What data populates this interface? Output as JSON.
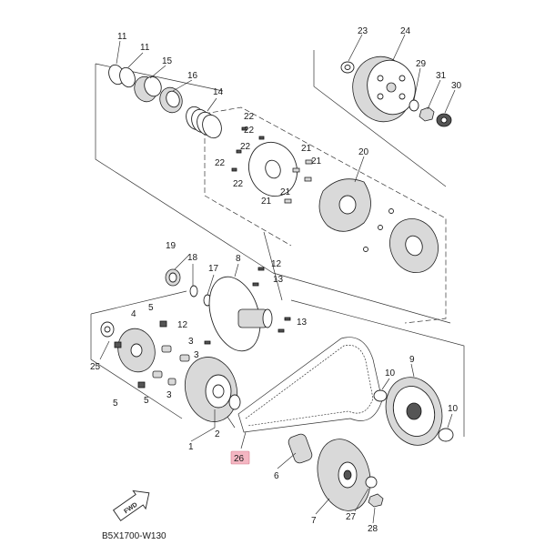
{
  "diagram": {
    "code": "B5X1700-W130",
    "fwd_label": "FWD",
    "highlight_label": "26",
    "callouts": [
      {
        "id": "c11a",
        "text": "11"
      },
      {
        "id": "c11b",
        "text": "11"
      },
      {
        "id": "c15",
        "text": "15"
      },
      {
        "id": "c16",
        "text": "16"
      },
      {
        "id": "c14",
        "text": "14"
      },
      {
        "id": "c23",
        "text": "23"
      },
      {
        "id": "c24",
        "text": "24"
      },
      {
        "id": "c29",
        "text": "29"
      },
      {
        "id": "c31",
        "text": "31"
      },
      {
        "id": "c30",
        "text": "30"
      },
      {
        "id": "c22a",
        "text": "22"
      },
      {
        "id": "c22b",
        "text": "22"
      },
      {
        "id": "c22c",
        "text": "22"
      },
      {
        "id": "c22d",
        "text": "22"
      },
      {
        "id": "c22e",
        "text": "22"
      },
      {
        "id": "c21a",
        "text": "21"
      },
      {
        "id": "c21b",
        "text": "21"
      },
      {
        "id": "c21c",
        "text": "21"
      },
      {
        "id": "c21d",
        "text": "21"
      },
      {
        "id": "c20",
        "text": "20"
      },
      {
        "id": "c19",
        "text": "19"
      },
      {
        "id": "c18",
        "text": "18"
      },
      {
        "id": "c17",
        "text": "17"
      },
      {
        "id": "c8",
        "text": "8"
      },
      {
        "id": "c12a",
        "text": "12"
      },
      {
        "id": "c13a",
        "text": "13"
      },
      {
        "id": "c12b",
        "text": "12"
      },
      {
        "id": "c13b",
        "text": "13"
      },
      {
        "id": "c5a",
        "text": "5"
      },
      {
        "id": "c4",
        "text": "4"
      },
      {
        "id": "c25",
        "text": "25"
      },
      {
        "id": "c3a",
        "text": "3"
      },
      {
        "id": "c3b",
        "text": "3"
      },
      {
        "id": "c3c",
        "text": "3"
      },
      {
        "id": "c5b",
        "text": "5"
      },
      {
        "id": "c5c",
        "text": "5"
      },
      {
        "id": "c2",
        "text": "2"
      },
      {
        "id": "c1",
        "text": "1"
      },
      {
        "id": "c9",
        "text": "9"
      },
      {
        "id": "c10a",
        "text": "10"
      },
      {
        "id": "c10b",
        "text": "10"
      },
      {
        "id": "c6",
        "text": "6"
      },
      {
        "id": "c7",
        "text": "7"
      },
      {
        "id": "c27",
        "text": "27"
      },
      {
        "id": "c28",
        "text": "28"
      }
    ]
  }
}
